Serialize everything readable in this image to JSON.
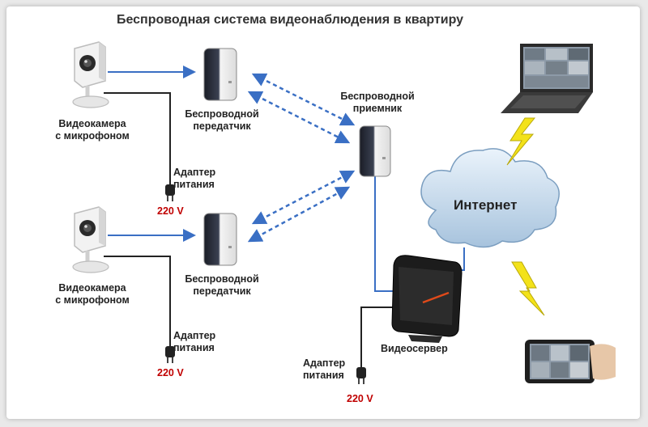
{
  "title": "Беспроводная система видеонаблюдения в квартиру",
  "cameras": [
    {
      "label_lines": [
        "Видеокамера",
        "с микрофоном"
      ],
      "adapter_lines": [
        "Адаптер",
        "питания"
      ],
      "voltage": "220 V"
    },
    {
      "label_lines": [
        "Видеокамера",
        "с микрофоном"
      ],
      "adapter_lines": [
        "Адаптер",
        "питания"
      ],
      "voltage": "220 V"
    }
  ],
  "transmitters": [
    {
      "label_lines": [
        "Беспроводной",
        "передатчик"
      ]
    },
    {
      "label_lines": [
        "Беспроводной",
        "передатчик"
      ]
    }
  ],
  "receiver": {
    "label_lines": [
      "Беспроводной",
      "приемник"
    ]
  },
  "server": {
    "label": "Видеосервер",
    "adapter_lines": [
      "Адаптер",
      "питания"
    ],
    "voltage": "220 V"
  },
  "internet": {
    "label": "Интернет"
  },
  "colors": {
    "cable_blue": "#3a6fc4",
    "wireless_blue": "#3a6fc4",
    "voltage_red": "#c00000",
    "lightning_yellow": "#f3e21a"
  },
  "icons": [
    "camera-icon",
    "transmitter-icon",
    "receiver-icon",
    "server-icon",
    "cloud-icon",
    "laptop-icon",
    "tablet-icon",
    "plug-icon",
    "lightning-icon"
  ]
}
